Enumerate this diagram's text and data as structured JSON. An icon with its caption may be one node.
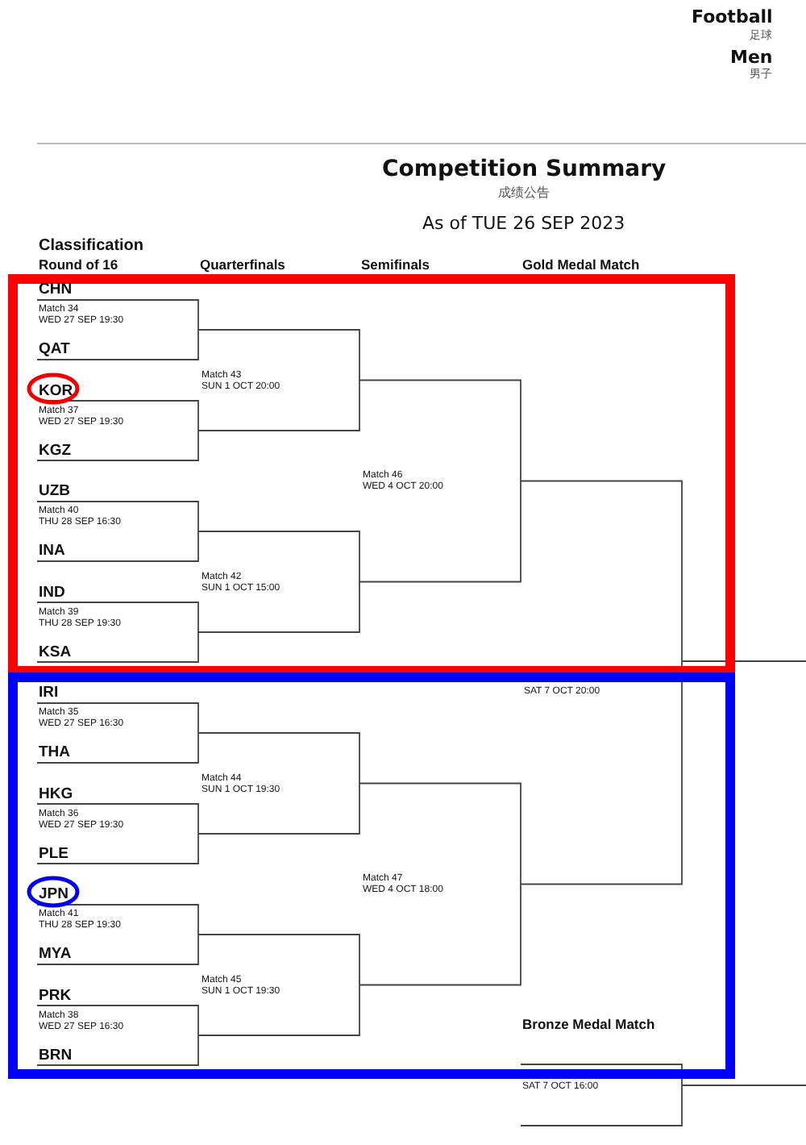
{
  "diagram": {
    "labels": [
      "Football",
      "足球",
      "Men",
      "男子",
      "Competition Summary",
      "成绩公告",
      "As of TUE 26 SEP 2023",
      "Classification",
      "Round of 16",
      "Quarterfinals",
      "Semifinals",
      "Gold Medal Match",
      "CHN",
      "Match 34",
      "WED 27 SEP 19:30",
      "QAT",
      "Match 43",
      "SUN 1 OCT 20:00",
      "KOR",
      "Match 37",
      "WED 27 SEP 19:30",
      "KGZ",
      "Match 46",
      "WED 4 OCT 20:00",
      "UZB",
      "Match 40",
      "THU 28 SEP 16:30",
      "INA",
      "Match 42",
      "SUN 1 OCT 15:00",
      "IND",
      "Match 39",
      "THU 28 SEP 19:30",
      "KSA",
      "SAT 7 OCT 20:00",
      "IRI",
      "Match 35",
      "WED 27 SEP 16:30",
      "THA",
      "Match 44",
      "SUN 1 OCT 19:30",
      "HKG",
      "Match 36",
      "WED 27 SEP 19:30",
      "PLE",
      "Match 47",
      "WED 4 OCT 18:00",
      "JPN",
      "Match 41",
      "THU 28 SEP 19:30",
      "MYA",
      "Match 45",
      "SUN 1 OCT 19:30",
      "PRK",
      "Match 38",
      "WED 27 SEP 16:30",
      "BRN",
      "Bronze Medal Match",
      "SAT 7 OCT 16:00"
    ]
  }
}
